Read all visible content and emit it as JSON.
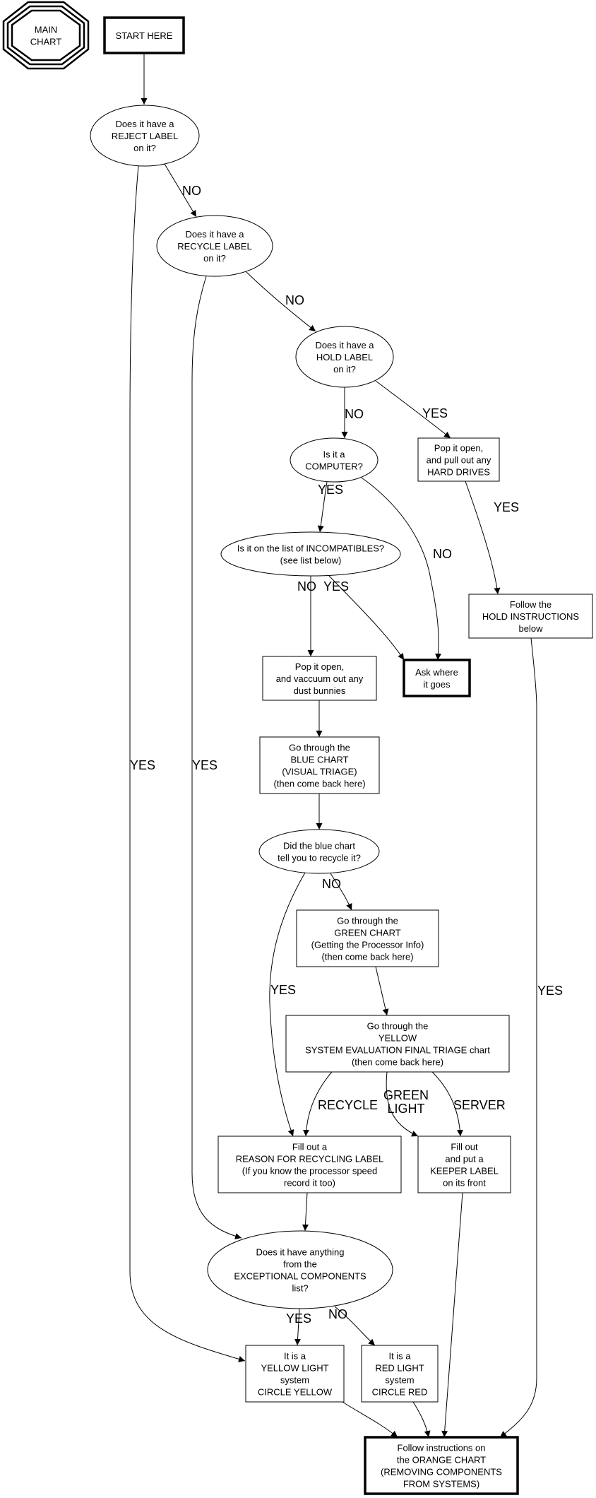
{
  "title": "MAIN CHART",
  "nodes": {
    "main": {
      "shape": "tripleoctagon",
      "lines": [
        "MAIN",
        "CHART"
      ]
    },
    "start": {
      "shape": "box-bold",
      "lines": [
        "START HERE"
      ]
    },
    "reject": {
      "shape": "ellipse",
      "lines": [
        "Does it have a",
        "REJECT LABEL",
        "on it?"
      ]
    },
    "recycle": {
      "shape": "ellipse",
      "lines": [
        "Does it have a",
        "RECYCLE LABEL",
        "on it?"
      ]
    },
    "hold": {
      "shape": "ellipse",
      "lines": [
        "Does it have a",
        "HOLD LABEL",
        "on it?"
      ]
    },
    "computer": {
      "shape": "ellipse",
      "lines": [
        "Is it a",
        "COMPUTER?"
      ]
    },
    "drives": {
      "shape": "box",
      "lines": [
        "Pop it open,",
        "and pull out any",
        "HARD DRIVES"
      ]
    },
    "incompat": {
      "shape": "ellipse",
      "lines": [
        "Is it on the list of INCOMPATIBLES?",
        "(see list below)"
      ]
    },
    "holdinstr": {
      "shape": "box",
      "lines": [
        "Follow the",
        "HOLD INSTRUCTIONS",
        "below"
      ]
    },
    "vacuum": {
      "shape": "box",
      "lines": [
        "Pop it open,",
        "and vaccuum out any",
        "dust bunnies"
      ]
    },
    "ask": {
      "shape": "box-bold",
      "lines": [
        "Ask where",
        "it goes"
      ]
    },
    "blue": {
      "shape": "box",
      "lines": [
        "Go through the",
        "BLUE CHART",
        "(VISUAL TRIAGE)",
        "(then come back here)"
      ]
    },
    "bluerecycle": {
      "shape": "ellipse",
      "lines": [
        "Did the blue chart",
        "tell you to recycle it?"
      ]
    },
    "green": {
      "shape": "box",
      "lines": [
        "Go through the",
        "GREEN CHART",
        "(Getting the Processor Info)",
        "(then come back here)"
      ]
    },
    "yellow": {
      "shape": "box",
      "lines": [
        "Go through the",
        "YELLOW",
        "SYSTEM EVALUATION FINAL TRIAGE chart",
        "(then come back here)"
      ]
    },
    "reason": {
      "shape": "box",
      "lines": [
        "Fill out a",
        "REASON FOR RECYCLING LABEL",
        "(If you know the processor speed",
        "record it too)"
      ]
    },
    "keeper": {
      "shape": "box",
      "lines": [
        "Fill out",
        "and put a",
        "KEEPER LABEL",
        "on its front"
      ]
    },
    "exceptional": {
      "shape": "ellipse",
      "lines": [
        "Does it have anything",
        "from the",
        "EXCEPTIONAL COMPONENTS",
        "list?"
      ]
    },
    "yellowlight": {
      "shape": "box",
      "lines": [
        "It is a",
        "YELLOW LIGHT",
        "system",
        "CIRCLE YELLOW"
      ]
    },
    "redlight": {
      "shape": "box",
      "lines": [
        "It is a",
        "RED LIGHT",
        "system",
        "CIRCLE RED"
      ]
    },
    "orange": {
      "shape": "box-bold",
      "lines": [
        "Follow instructions on",
        "the ORANGE CHART",
        "(REMOVING COMPONENTS",
        "FROM SYSTEMS)"
      ]
    }
  },
  "edges": [
    {
      "id": "start-reject",
      "from": "start",
      "to": "reject",
      "label": ""
    },
    {
      "id": "reject-recycle",
      "from": "reject",
      "to": "recycle",
      "label": [
        "NO"
      ]
    },
    {
      "id": "reject-yellowlight",
      "from": "reject",
      "to": "yellowlight",
      "label": [
        "YES"
      ]
    },
    {
      "id": "recycle-hold",
      "from": "recycle",
      "to": "hold",
      "label": [
        "NO"
      ]
    },
    {
      "id": "recycle-exceptional",
      "from": "recycle",
      "to": "exceptional",
      "label": [
        "YES"
      ]
    },
    {
      "id": "hold-computer",
      "from": "hold",
      "to": "computer",
      "label": [
        "NO"
      ]
    },
    {
      "id": "hold-drives",
      "from": "hold",
      "to": "drives",
      "label": [
        "YES"
      ]
    },
    {
      "id": "computer-incompat",
      "from": "computer",
      "to": "incompat",
      "label": [
        "YES"
      ]
    },
    {
      "id": "computer-ask",
      "from": "computer",
      "to": "ask",
      "label": [
        "NO"
      ]
    },
    {
      "id": "drives-holdinstr",
      "from": "drives",
      "to": "holdinstr",
      "label": [
        "YES"
      ]
    },
    {
      "id": "incompat-vacuum",
      "from": "incompat",
      "to": "vacuum",
      "label": [
        "NO"
      ]
    },
    {
      "id": "incompat-ask",
      "from": "incompat",
      "to": "ask",
      "label": [
        "YES"
      ]
    },
    {
      "id": "holdinstr-orange",
      "from": "holdinstr",
      "to": "orange",
      "label": [
        "YES"
      ]
    },
    {
      "id": "vacuum-blue",
      "from": "vacuum",
      "to": "blue",
      "label": ""
    },
    {
      "id": "blue-bluerecycle",
      "from": "blue",
      "to": "bluerecycle",
      "label": ""
    },
    {
      "id": "bluerecycle-green",
      "from": "bluerecycle",
      "to": "green",
      "label": [
        "NO"
      ]
    },
    {
      "id": "bluerecycle-reason",
      "from": "bluerecycle",
      "to": "reason",
      "label": [
        "YES"
      ]
    },
    {
      "id": "green-yellow",
      "from": "green",
      "to": "yellow",
      "label": ""
    },
    {
      "id": "yellow-reason",
      "from": "yellow",
      "to": "reason",
      "label": [
        "RECYCLE"
      ]
    },
    {
      "id": "yellow-keeper-green",
      "from": "yellow",
      "to": "keeper",
      "label": [
        "GREEN",
        "LIGHT"
      ]
    },
    {
      "id": "yellow-keeper-server",
      "from": "yellow",
      "to": "keeper",
      "label": [
        "SERVER"
      ]
    },
    {
      "id": "reason-exceptional",
      "from": "reason",
      "to": "exceptional",
      "label": ""
    },
    {
      "id": "keeper-orange",
      "from": "keeper",
      "to": "orange",
      "label": ""
    },
    {
      "id": "exceptional-yellowlight",
      "from": "exceptional",
      "to": "yellowlight",
      "label": [
        "YES"
      ]
    },
    {
      "id": "exceptional-redlight",
      "from": "exceptional",
      "to": "redlight",
      "label": [
        "NO"
      ]
    },
    {
      "id": "yellowlight-orange",
      "from": "yellowlight",
      "to": "orange",
      "label": ""
    },
    {
      "id": "redlight-orange",
      "from": "redlight",
      "to": "orange",
      "label": ""
    }
  ]
}
